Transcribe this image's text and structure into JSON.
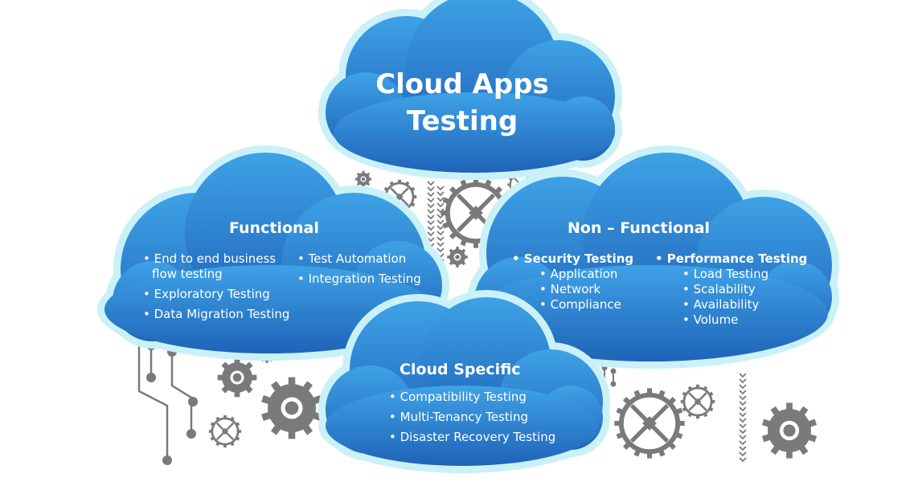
{
  "main": {
    "title_line1": "Cloud Apps",
    "title_line2": "Testing"
  },
  "functional": {
    "title": "Functional",
    "col1": [
      "• End to end business",
      "flow testing",
      "• Exploratory Testing",
      "• Data Migration Testing"
    ],
    "col2": [
      "• Test Automation",
      "• Integration Testing"
    ]
  },
  "non_functional": {
    "title": "Non – Functional",
    "security": {
      "heading": "• Security Testing",
      "items": [
        "• Application",
        "• Network",
        "• Compliance"
      ]
    },
    "performance": {
      "heading": "• Performance Testing",
      "items": [
        "• Load Testing",
        "• Scalability",
        "• Availability",
        "• Volume"
      ]
    }
  },
  "cloud_specific": {
    "title": "Cloud Specific",
    "items": [
      "• Compatibility Testing",
      "• Multi-Tenancy Testing",
      "• Disaster Recovery Testing"
    ]
  },
  "colors": {
    "cloud_fill": "#2e7fd0",
    "cloud_outline": "#c9f1f7",
    "gear": "#7a7a7a"
  }
}
